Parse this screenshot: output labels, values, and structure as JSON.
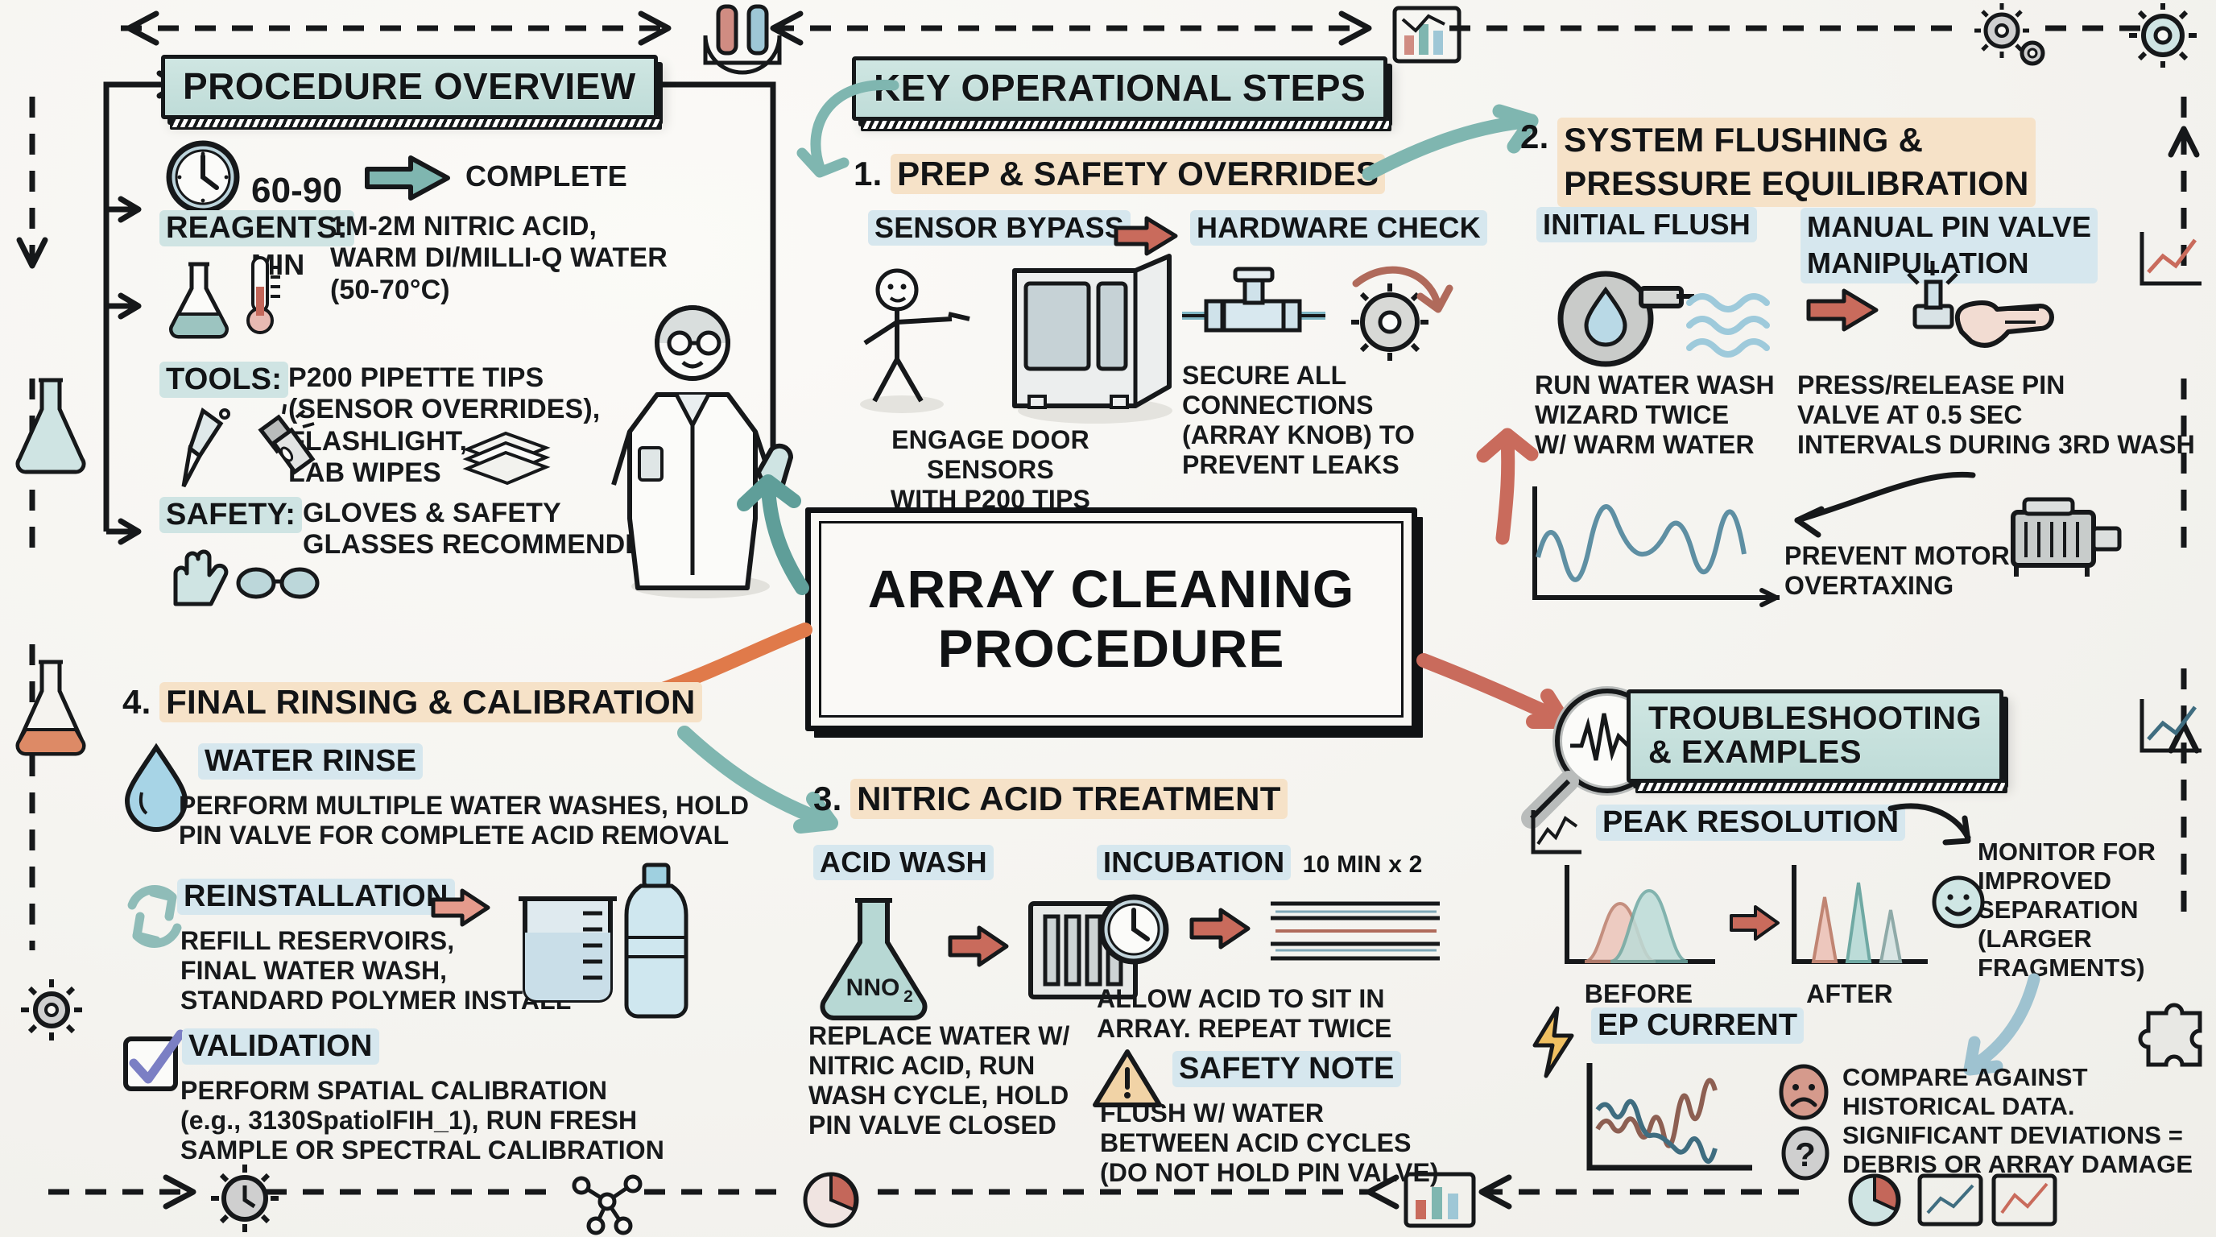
{
  "center": {
    "title": "ARRAY CLEANING\nPROCEDURE"
  },
  "overview": {
    "heading": "PROCEDURE OVERVIEW",
    "duration": {
      "value": "60-90",
      "unit": "MIN",
      "result": "COMPLETE",
      "icon": "clock-icon",
      "arrow": "teal-arrow-icon"
    },
    "rows": [
      {
        "label": "REAGENTS:",
        "text": "1M-2M NITRIC ACID,\nWARM DI/MILLI-Q WATER\n(50-70°C)",
        "icons": [
          "flask-icon",
          "thermometer-icon"
        ]
      },
      {
        "label": "TOOLS:",
        "text": "P200 PIPETTE TIPS\n(SENSOR OVERRIDES),\nFLASHLIGHT,\nLAB WIPES",
        "icons": [
          "pipette-icon",
          "flashlight-icon",
          "lab-wipes-icon"
        ]
      },
      {
        "label": "SAFETY:",
        "text": "GLOVES & SAFETY\nGLASSES RECOMMENDED",
        "icons": [
          "gloves-icon",
          "safety-glasses-icon"
        ]
      }
    ]
  },
  "key_steps": {
    "heading": "KEY OPERATIONAL STEPS"
  },
  "step1": {
    "number": "1.",
    "title": "PREP & SAFETY OVERRIDES",
    "sub_left": "SENSOR BYPASS",
    "sub_right": "HARDWARE CHECK",
    "arrow": "red-arrow-icon",
    "caption_left": "ENGAGE DOOR SENSORS\nWITH P200 TIPS",
    "caption_right": "SECURE ALL\nCONNECTIONS\n(ARRAY KNOB) TO\nPREVENT LEAKS",
    "icons": [
      "scientist-stick-figure-icon",
      "instrument-cabinet-icon",
      "pipe-valve-icon",
      "knob-rotate-icon"
    ]
  },
  "step2": {
    "number": "2.",
    "title": "SYSTEM FLUSHING &\nPRESSURE EQUILIBRATION",
    "sub_left": "INITIAL FLUSH",
    "sub_right": "MANUAL PIN VALVE\nMANIPULATION",
    "arrow": "red-arrow-icon",
    "caption_left": "RUN WATER WASH\nWIZARD TWICE\nW/ WARM WATER",
    "caption_right": "PRESS/RELEASE PIN\nVALVE AT 0.5 SEC\nINTERVALS DURING 3RD WASH",
    "caption_right_sup": "RD",
    "note": "PREVENT MOTOR\nOVERTAXING",
    "icons": [
      "water-pump-icon",
      "hand-press-valve-icon",
      "waveform-chart-icon",
      "motor-icon"
    ]
  },
  "step3": {
    "number": "3.",
    "title": "NITRIC ACID TREATMENT",
    "sub_left": "ACID WASH",
    "sub_right": "INCUBATION",
    "sub_right_extra": "10 MIN x 2",
    "caption_left": "REPLACE WATER W/\nNITRIC ACID, RUN\nWASH CYCLE, HOLD\nPIN VALVE CLOSED",
    "caption_right": "ALLOW ACID TO SIT IN\nARRAY. REPEAT TWICE",
    "safety_label": "SAFETY NOTE",
    "safety_text": "FLUSH W/ WATER\nBETWEEN ACID CYCLES\n(DO NOT HOLD PIN VALVE)",
    "flask_label": "NNO",
    "flask_sub": "2",
    "icons": [
      "acid-flask-icon",
      "array-block-icon",
      "clock-icon",
      "gel-lanes-icon",
      "warning-triangle-icon"
    ]
  },
  "step4": {
    "number": "4.",
    "title": "FINAL RINSING & CALIBRATION",
    "items": [
      {
        "label": "WATER RINSE",
        "icon": "water-drop-icon",
        "text": "PERFORM MULTIPLE WATER WASHES, HOLD\nPIN VALVE FOR COMPLETE ACID REMOVAL"
      },
      {
        "label": "REINSTALLATION",
        "icon": "recycle-arrows-icon",
        "text": "REFILL RESERVOIRS,\nFINAL WATER WASH,\nSTANDARD POLYMER INSTALL"
      },
      {
        "label": "VALIDATION",
        "icon": "checkbox-check-icon",
        "text": "PERFORM SPATIAL CALIBRATION\n(e.g., 3130SpatiolFIH_1), RUN FRESH\nSAMPLE OR SPECTRAL CALIBRATION"
      }
    ],
    "icons": [
      "beaker-icon",
      "water-bottle-icon"
    ]
  },
  "troubleshooting": {
    "heading": "TROUBLESHOOTING\n& EXAMPLES",
    "magnifier_icon": "magnifier-waveform-icon",
    "peak": {
      "label": "PEAK RESOLUTION",
      "icon": "line-chart-icon",
      "before": "BEFORE",
      "after": "AFTER",
      "note": "MONITOR FOR\nIMPROVED\nSEPARATION\n(LARGER FRAGMENTS)",
      "smiley": "smiley-face-icon"
    },
    "ep": {
      "label": "EP CURRENT",
      "icon": "lightning-bolt-icon",
      "note": "COMPARE AGAINST\nHISTORICAL DATA.\nSIGNIFICANT DEVIATIONS =\nDEBRIS OR ARRAY DAMAGE",
      "sad_face": "sad-face-icon",
      "question_face": "question-face-icon"
    }
  },
  "border_icons": {
    "top": [
      "test-tubes-icon",
      "bar-chart-icon",
      "gears-icon",
      "gear-icon"
    ],
    "left": [
      "flask-icon",
      "flask-orange-icon",
      "gear-small-icon"
    ],
    "right": [
      "line-chart-icon",
      "line-chart-icon",
      "puzzle-piece-icon"
    ],
    "bottom": [
      "clock-gear-icon",
      "molecule-icon",
      "pie-chart-icon",
      "bar-chart-icon",
      "pie-chart-icon",
      "line-chart-icon",
      "chart-box-icon"
    ]
  },
  "colors": {
    "ink": "#121416",
    "teal": "#6fb3ad",
    "teal_light": "#cfe4e3",
    "peach": "#f6e2c8",
    "blue_light": "#d6e7ee",
    "red_arrow": "#c96b5c",
    "orange_arrow": "#e07a4a",
    "paper": "#f7f6f2"
  }
}
